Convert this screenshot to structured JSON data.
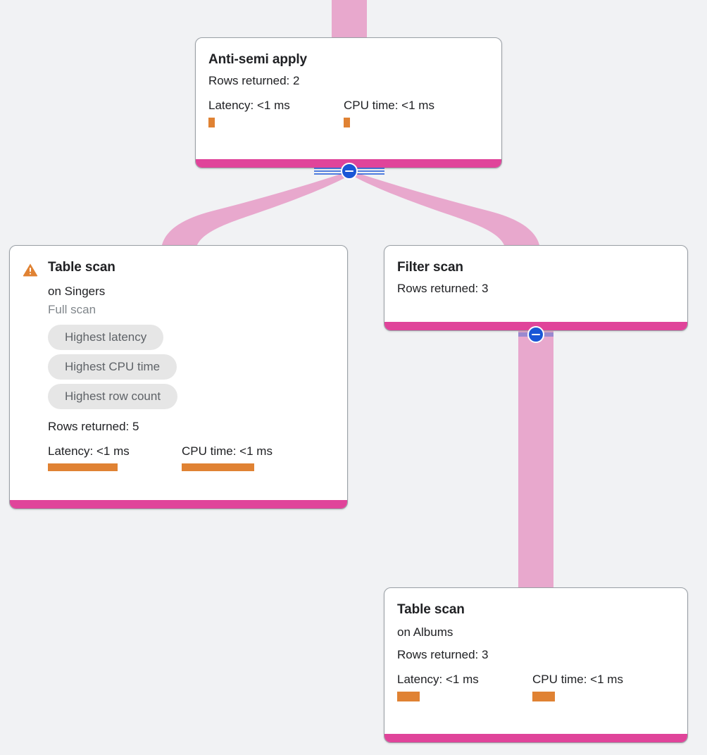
{
  "canvas": {
    "background_color": "#f1f2f4",
    "accent_edge_color": "#e8a8cd",
    "node_footer_color": "#e0449a",
    "metric_bar_color": "#e08233",
    "toggle_color": "#1a56d6",
    "warning_color": "#e08233"
  },
  "nodes": {
    "anti_semi_apply": {
      "title": "Anti-semi apply",
      "rows_returned": "Rows returned: 2",
      "latency_label": "Latency: <1 ms",
      "cpu_label": "CPU time: <1 ms",
      "latency_bar_width": 9,
      "cpu_bar_width": 9
    },
    "table_scan_singers": {
      "title": "Table scan",
      "on_table": "on Singers",
      "scan_type": "Full scan",
      "badges": [
        "Highest latency",
        "Highest CPU time",
        "Highest row count"
      ],
      "rows_returned": "Rows returned: 5",
      "latency_label": "Latency: <1 ms",
      "cpu_label": "CPU time: <1 ms",
      "latency_bar_width": 99,
      "cpu_bar_width": 103,
      "warning_icon": "warning-triangle-icon"
    },
    "filter_scan": {
      "title": "Filter scan",
      "rows_returned": "Rows returned: 3"
    },
    "table_scan_albums": {
      "title": "Table scan",
      "on_table": "on Albums",
      "rows_returned": "Rows returned: 3",
      "latency_label": "Latency: <1 ms",
      "cpu_label": "CPU time: <1 ms",
      "latency_bar_width": 32,
      "cpu_bar_width": 32
    }
  },
  "toggles": {
    "anti_semi_apply": "collapse-toggle-minus",
    "filter_scan": "collapse-toggle-minus"
  }
}
